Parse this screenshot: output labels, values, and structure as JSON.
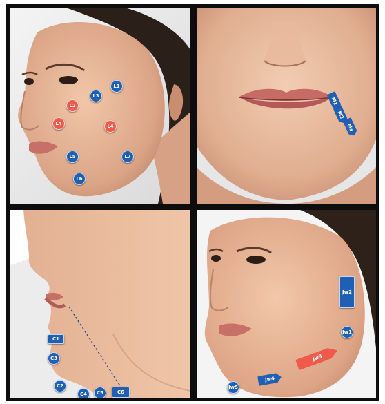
{
  "colors": {
    "marker_blue": "#1f5fb4",
    "marker_red": "#ef5a4a",
    "frame": "#0d0d0d"
  },
  "panels": {
    "lateral_face": {
      "markers": [
        {
          "label": "L1",
          "color": "blue"
        },
        {
          "label": "L3",
          "color": "blue"
        },
        {
          "label": "L2",
          "color": "red"
        },
        {
          "label": "L4",
          "color": "red"
        },
        {
          "label": "L4",
          "color": "red"
        },
        {
          "label": "L5",
          "color": "blue"
        },
        {
          "label": "L7",
          "color": "blue"
        },
        {
          "label": "L6",
          "color": "blue"
        }
      ]
    },
    "mouth_corner": {
      "markers": [
        {
          "label": "M1",
          "color": "blue"
        },
        {
          "label": "M2",
          "color": "blue"
        },
        {
          "label": "M3",
          "color": "blue"
        }
      ]
    },
    "chin_profile": {
      "markers": [
        {
          "label": "C1",
          "color": "blue"
        },
        {
          "label": "C3",
          "color": "blue"
        },
        {
          "label": "C2",
          "color": "blue"
        },
        {
          "label": "C4",
          "color": "blue"
        },
        {
          "label": "C5",
          "color": "blue"
        },
        {
          "label": "C6",
          "color": "blue"
        }
      ]
    },
    "jawline": {
      "markers": [
        {
          "label": "Jw2",
          "color": "blue"
        },
        {
          "label": "Jw1",
          "color": "blue"
        },
        {
          "label": "Jw3",
          "color": "red"
        },
        {
          "label": "Jw4",
          "color": "blue"
        },
        {
          "label": "Jw5",
          "color": "blue"
        }
      ]
    }
  }
}
